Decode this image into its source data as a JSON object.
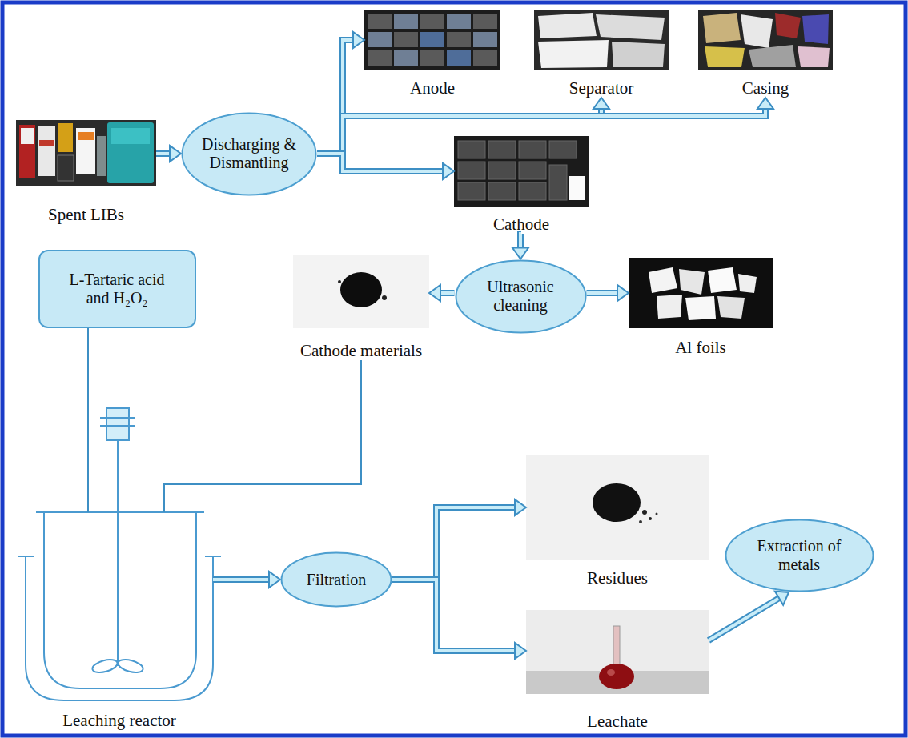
{
  "diagram": {
    "nodes": [
      {
        "text": [
          "Spent LIBs"
        ]
      },
      {
        "text": [
          "Discharging & Dismantling"
        ]
      },
      {
        "text": [
          "Anode"
        ]
      },
      {
        "text": [
          "Separator"
        ]
      },
      {
        "text": [
          "Casing"
        ]
      },
      {
        "text": [
          "Cathode"
        ]
      },
      {
        "text": [
          "Ultrasonic cleaning"
        ]
      },
      {
        "text": [
          "Cathode materials"
        ]
      },
      {
        "text": [
          "Al foils"
        ]
      },
      {
        "text": [
          "L-Tartaric acid and H₂O₂"
        ]
      },
      {
        "text": [
          "Leaching reactor"
        ]
      },
      {
        "text": [
          "Filtration"
        ]
      },
      {
        "text": [
          "Residues"
        ]
      },
      {
        "text": [
          "Leachate"
        ]
      },
      {
        "text": [
          "Extraction of metals"
        ]
      }
    ],
    "edges": [
      {
        "from": 0,
        "to": 1,
        "arrow": "to"
      },
      {
        "from": 1,
        "to": 2,
        "arrow": "to"
      },
      {
        "from": 1,
        "to": 3,
        "arrow": "to"
      },
      {
        "from": 1,
        "to": 4,
        "arrow": "to"
      },
      {
        "from": 1,
        "to": 5,
        "arrow": "to"
      },
      {
        "from": 5,
        "to": 6,
        "arrow": "to"
      },
      {
        "from": 6,
        "to": 7,
        "arrow": "to"
      },
      {
        "from": 6,
        "to": 8,
        "arrow": "to"
      },
      {
        "from": 9,
        "to": 10,
        "arrow": "none"
      },
      {
        "from": 7,
        "to": 10,
        "arrow": "none"
      },
      {
        "from": 10,
        "to": 11,
        "arrow": "to"
      },
      {
        "from": 11,
        "to": 12,
        "arrow": "to"
      },
      {
        "from": 11,
        "to": 13,
        "arrow": "to"
      },
      {
        "from": 13,
        "to": 14,
        "arrow": "to"
      }
    ]
  }
}
